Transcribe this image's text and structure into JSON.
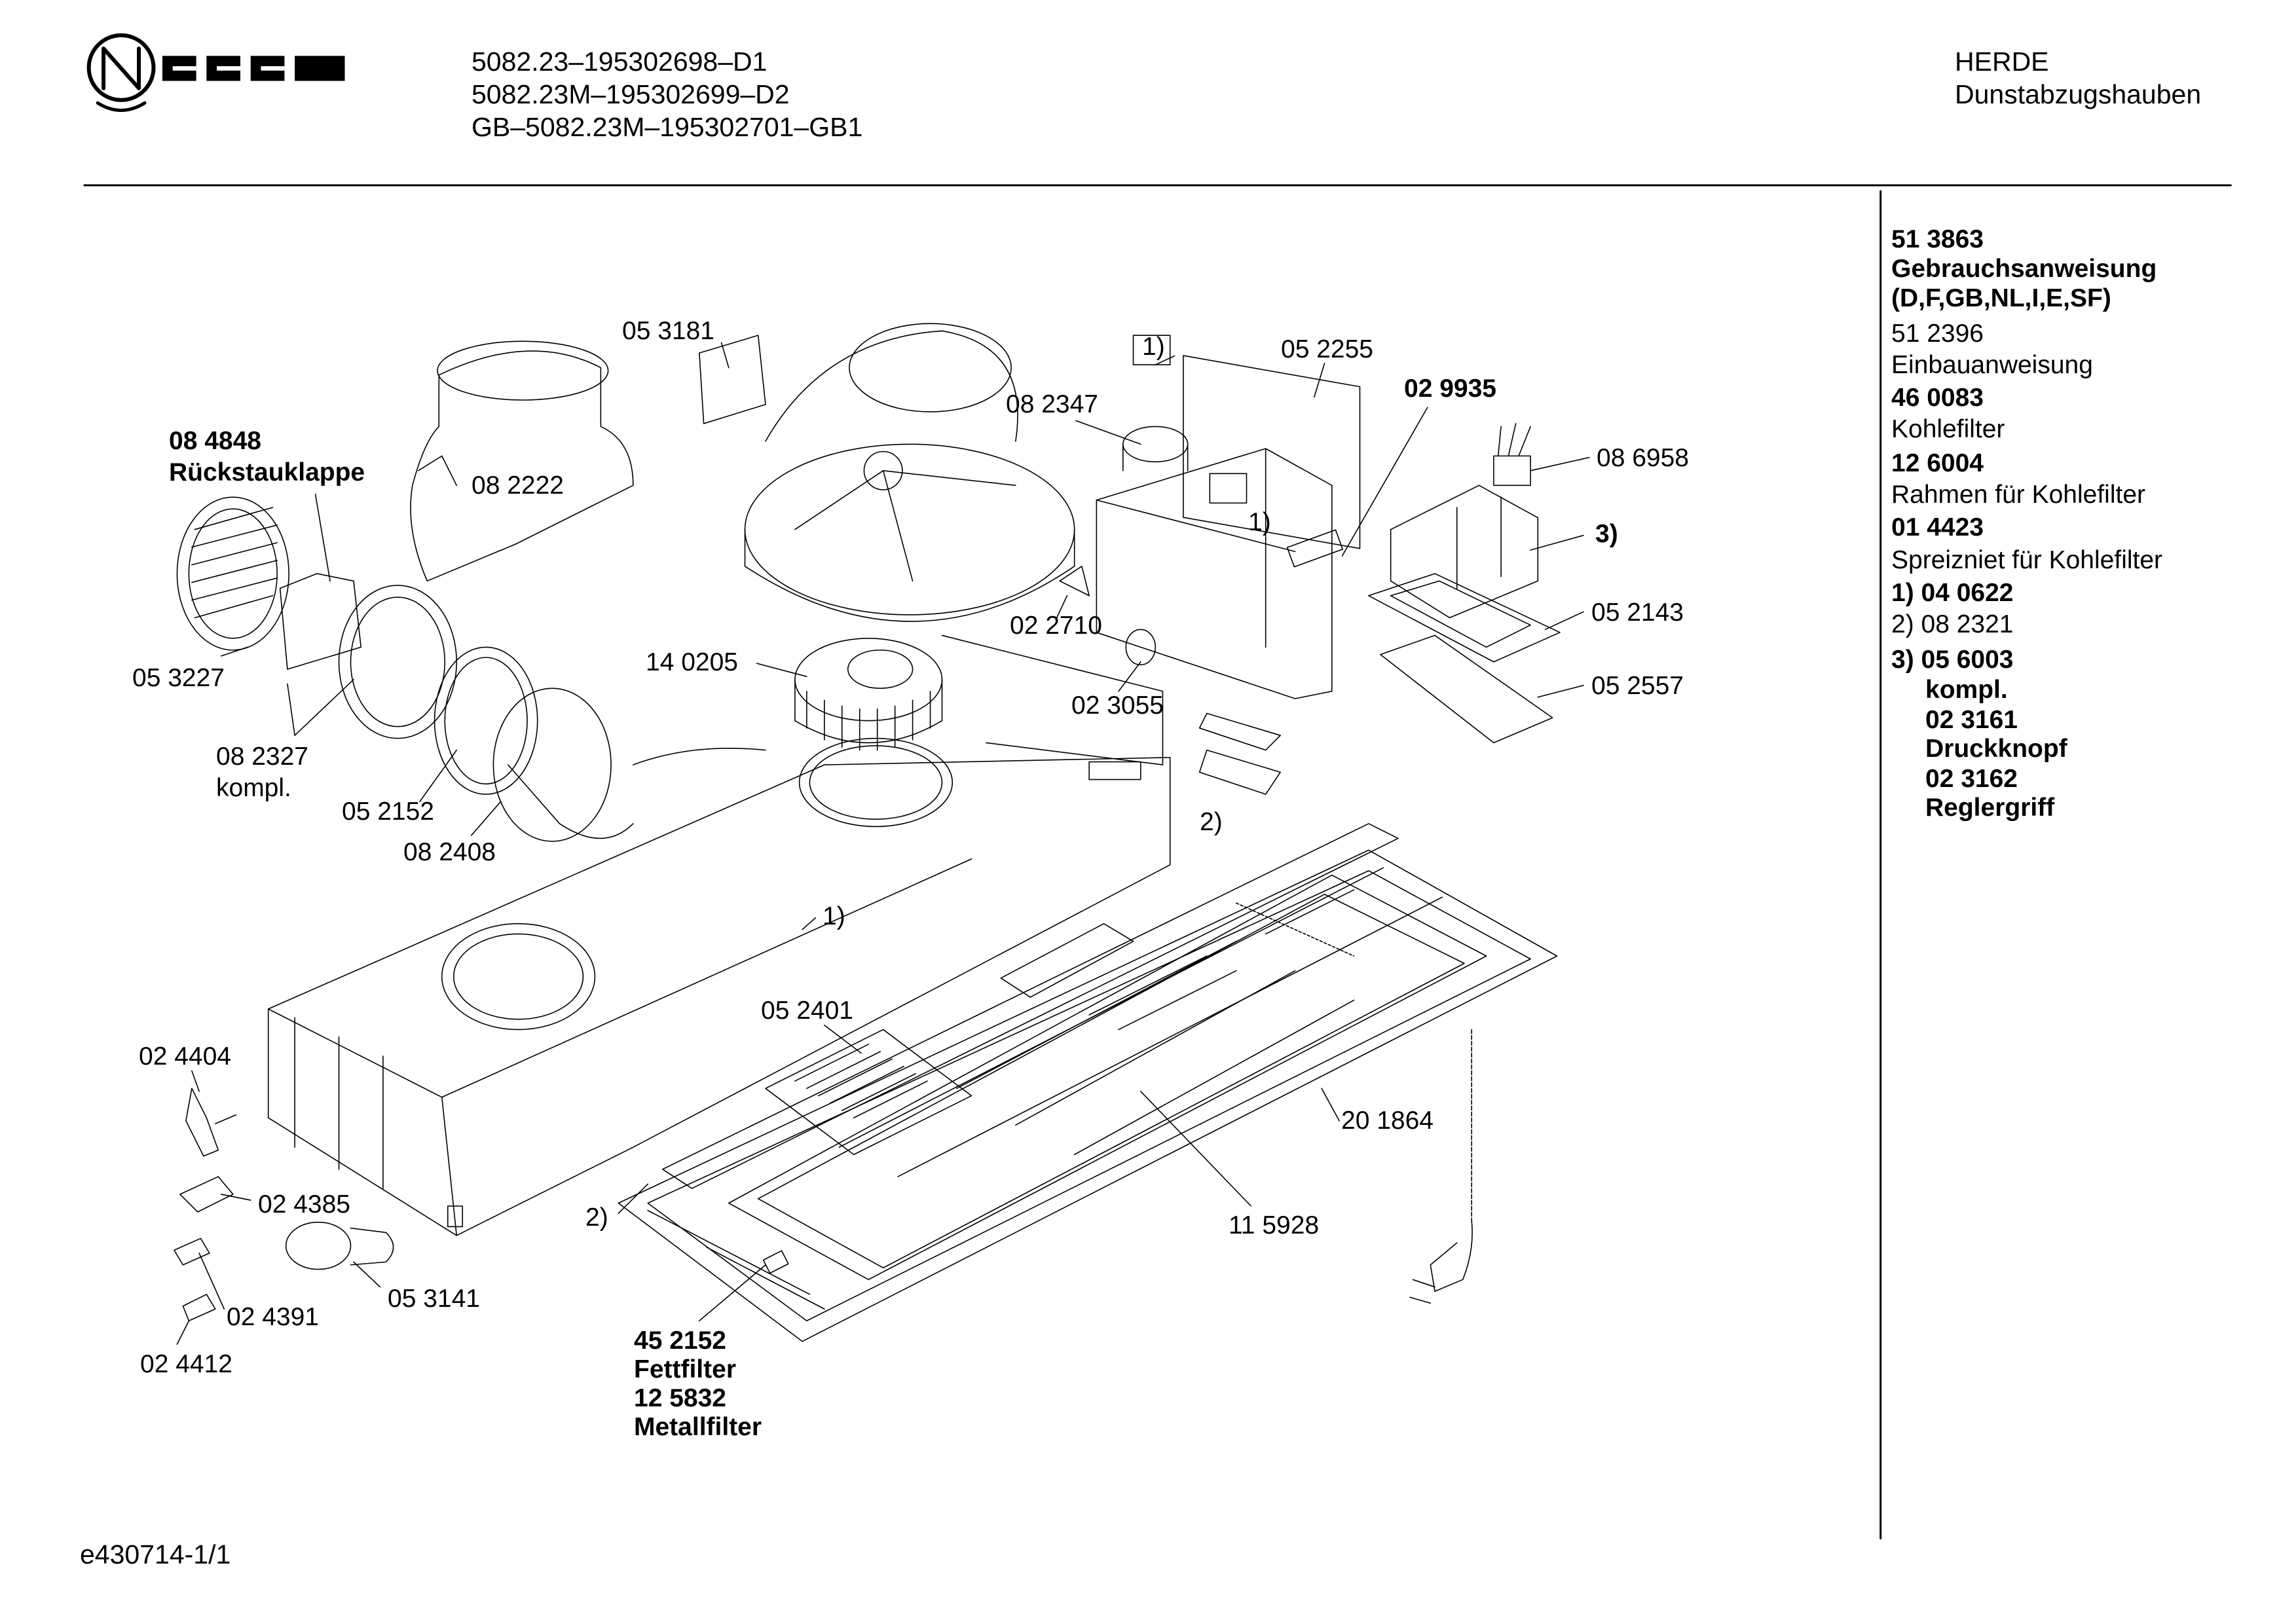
{
  "header": {
    "brand": "NEFF",
    "models": [
      "5082.23–195302698–D1",
      "5082.23M–195302699–D2",
      "GB–5082.23M–195302701–GB1"
    ],
    "manufacturer": "HERDE",
    "category": "Dunstabzugshauben"
  },
  "labels": {
    "l_053181": "05 3181",
    "l_082222": "08 2222",
    "l_084848": "08 4848",
    "l_rueckstau": "Rückstauklappe",
    "l_053227": "05 3227",
    "l_082327": "08 2327",
    "l_kompl": "kompl.",
    "l_052152": "05 2152",
    "l_082408": "08 2408",
    "l_140205": "14 0205",
    "l_022710": "02 2710",
    "l_023055": "02 3055",
    "l_082347": "08 2347",
    "l_1a": "1)",
    "l_052255": "05 2255",
    "l_029935": "02 9935",
    "l_1b": "1)",
    "l_086958": "08 6958",
    "l_3": "3)",
    "l_052143": "05 2143",
    "l_052557": "05 2557",
    "l_2a": "2)",
    "l_1c": "1)",
    "l_052401": "05 2401",
    "l_201864": "20 1864",
    "l_115928": "11 5928",
    "l_024404": "02 4404",
    "l_024385": "02 4385",
    "l_2b": "2)",
    "l_053141": "05 3141",
    "l_024391": "02 4391",
    "l_024412": "02 4412",
    "l_452152": "45 2152",
    "l_fettfilter": "Fettfilter",
    "l_125832": "12 5832",
    "l_metallfilter": "Metallfilter"
  },
  "sidebar": {
    "entries": [
      {
        "text": "51 3863",
        "bold": true
      },
      {
        "text": "Gebrauchsanweisung",
        "bold": true
      },
      {
        "text": "(D,F,GB,NL,I,E,SF)",
        "bold": true
      },
      {
        "text": "51 2396",
        "bold": false
      },
      {
        "text": "Einbauanweisung",
        "bold": false
      },
      {
        "text": "46 0083",
        "bold": true
      },
      {
        "text": "Kohlefilter",
        "bold": false
      },
      {
        "text": "12 6004",
        "bold": true
      },
      {
        "text": "Rahmen für Kohlefilter",
        "bold": false
      },
      {
        "text": "01 4423",
        "bold": true
      },
      {
        "text": "Spreizniet für Kohlefilter",
        "bold": false
      },
      {
        "text": "1) 04 0622",
        "bold": true
      },
      {
        "text": "2) 08 2321",
        "bold": false
      },
      {
        "text": "3) 05 6003",
        "bold": true
      },
      {
        "text": "kompl.",
        "bold": true
      },
      {
        "text": "02 3161",
        "bold": true
      },
      {
        "text": "Druckknopf",
        "bold": true
      },
      {
        "text": "02 3162",
        "bold": true
      },
      {
        "text": "Reglergriff",
        "bold": true
      }
    ]
  },
  "footer": {
    "doc_id": "e430714-1/1"
  }
}
